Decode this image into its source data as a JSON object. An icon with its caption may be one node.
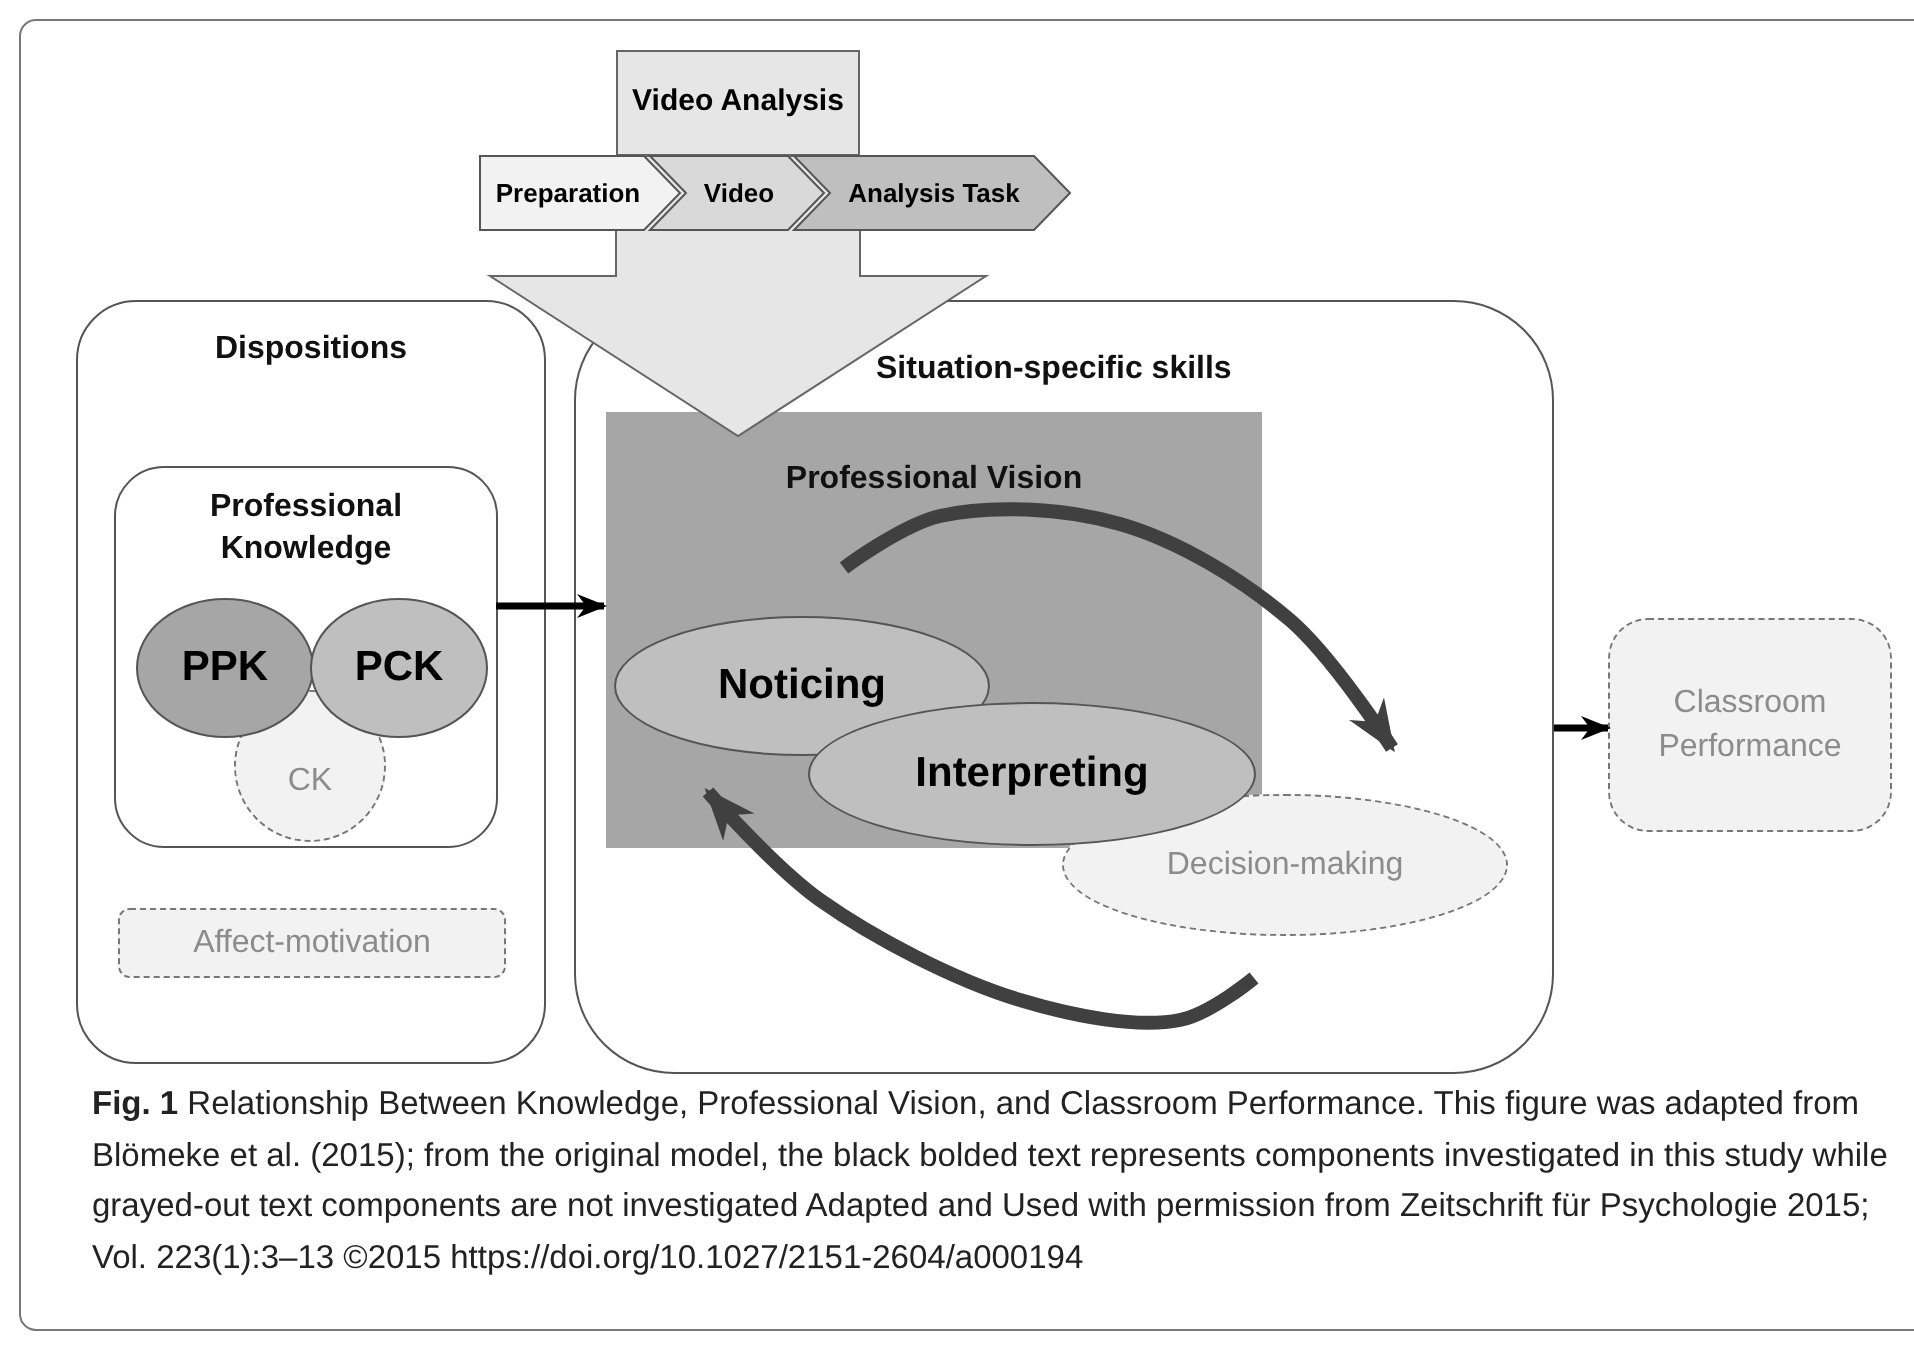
{
  "diagram": {
    "caption": "**Fig. 1** Relationship Between Knowledge, Professional Vision, and Classroom Performance. This figure was adapted from Blömeke et al. (2015); from the original model, the black bolded text represents components investigated in this study while grayed-out text components are not investigated Adapted and Used with permission from Zeitschrift für Psychologie 2015; Vol. 223(1):3–13 ©2015 https://doi.org/10.1027/2151-2604/a000194",
    "nodes": [
      {
        "text": [
          "Video Analysis"
        ]
      },
      {
        "text": [
          "Preparation"
        ]
      },
      {
        "text": [
          "Video"
        ]
      },
      {
        "text": [
          "Analysis Task"
        ]
      },
      {
        "text": [
          "Dispositions"
        ]
      },
      {
        "text": [
          "Professional Knowledge"
        ],
        "in": 4
      },
      {
        "text": [
          "PPK"
        ],
        "in": 5
      },
      {
        "text": [
          "PCK"
        ],
        "in": 5
      },
      {
        "text": [
          "CK"
        ],
        "in": 5
      },
      {
        "text": [
          "Affect-motivation"
        ],
        "in": 4
      },
      {
        "text": [
          "Situation-specific skills"
        ]
      },
      {
        "text": [
          "Professional Vision"
        ],
        "in": 10
      },
      {
        "text": [
          "Noticing"
        ],
        "in": 11
      },
      {
        "text": [
          "Interpreting"
        ],
        "in": 11
      },
      {
        "text": [
          "Decision-making"
        ],
        "in": 10
      },
      {
        "text": [
          "Classroom Performance"
        ]
      }
    ],
    "edges": [
      {
        "from": 0,
        "to": 11,
        "arrow": "to",
        "style": "thick",
        "color": "#e6e6e6"
      },
      {
        "from": 5,
        "to": 11,
        "arrow": "to"
      },
      {
        "from": 12,
        "to": 14,
        "arrow": "to",
        "style": "thick",
        "color": "#404040"
      },
      {
        "from": 14,
        "to": 12,
        "arrow": "to",
        "style": "thick",
        "color": "#404040"
      },
      {
        "from": 10,
        "to": 15,
        "arrow": "to"
      }
    ]
  }
}
